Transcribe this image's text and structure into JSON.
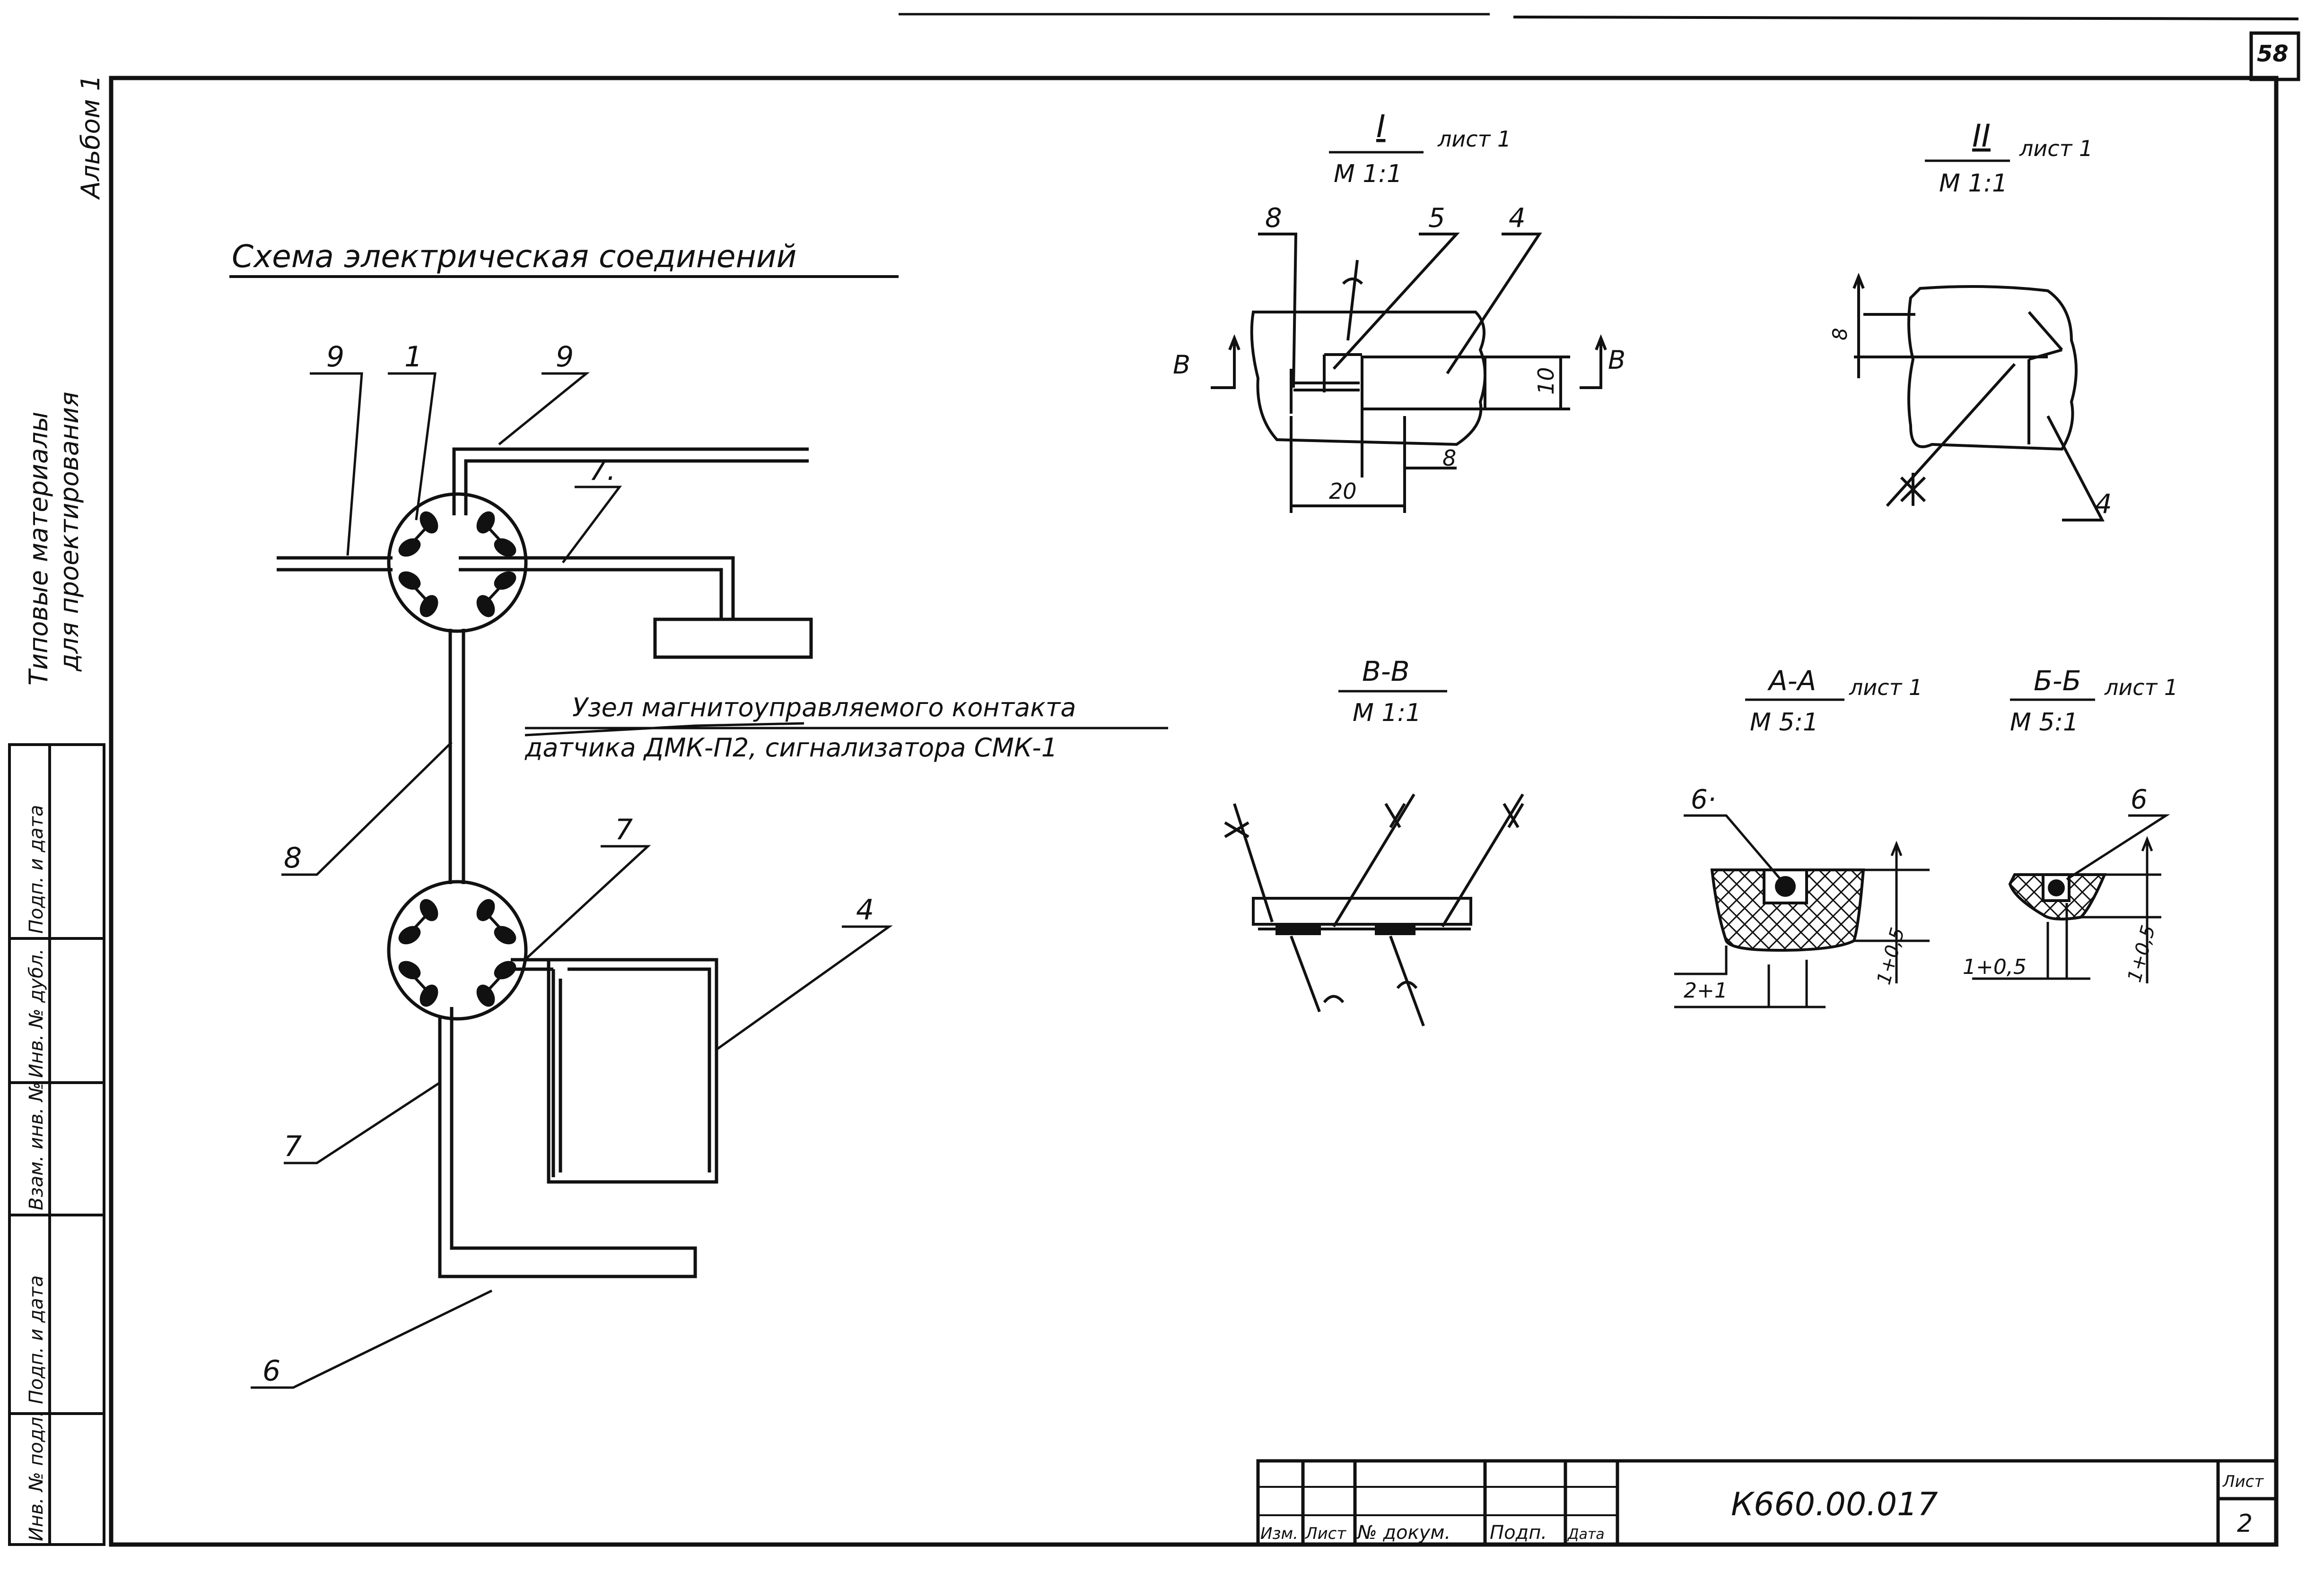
{
  "sheet_number_top": "58",
  "album": "Альбом 1",
  "series_title_line1": "Типовые материалы",
  "series_title_line2": "для проектирования",
  "side_stamp": {
    "cells": [
      "Инв. № подл.",
      "Подп. и дата",
      "Взам. инв. №",
      "Инв. № дубл.",
      "Подп. и дата"
    ]
  },
  "schematic": {
    "title": "Схема электрическая соединений",
    "callouts": {
      "c9a": "9",
      "c1": "1",
      "c9b": "9",
      "c7a": "7.",
      "c8": "8",
      "c7b": "7",
      "c4": "4",
      "c7c": "7",
      "c6": "6"
    },
    "note_line1": "Узел магнитоуправляемого контакта",
    "note_line2": "датчика ДМК-П2, сигнализатора СМК-1"
  },
  "view_I": {
    "title": "I",
    "scale": "М 1:1",
    "ref": "лист 1",
    "callouts": {
      "c8": "8",
      "c5": "5",
      "c4": "4"
    },
    "section_mark": "В",
    "dims": {
      "d10": "10",
      "d20": "20",
      "d8": "8"
    }
  },
  "view_II": {
    "title": "II",
    "scale": "М 1:1",
    "ref": "лист 1",
    "callouts": {
      "c4": "4"
    },
    "dims": {
      "d8": "8"
    }
  },
  "section_BB": {
    "title": "В-В",
    "scale": "М 1:1"
  },
  "section_AA": {
    "title": "А-А",
    "scale": "М 5:1",
    "ref": "лист 1",
    "callouts": {
      "c6": "6·"
    },
    "dims": {
      "w": "2+1",
      "h": "1+0,5"
    }
  },
  "section_BBcyr": {
    "title": "Б-Б",
    "scale": "М 5:1",
    "ref": "лист 1",
    "callouts": {
      "c6": "6"
    },
    "dims": {
      "w": "1+0,5",
      "h": "1+0,5"
    }
  },
  "title_block": {
    "headers": [
      "Изм.",
      "Лист",
      "№ докум.",
      "Подп.",
      "Дата"
    ],
    "document_code": "К660.00.017",
    "sheet_label": "Лист",
    "sheet_value": "2"
  }
}
